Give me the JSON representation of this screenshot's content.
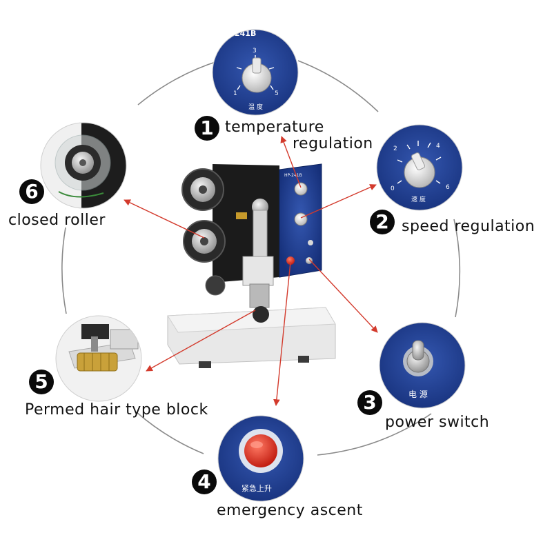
{
  "diagram": {
    "callouts": [
      {
        "number": "1",
        "label_lines": [
          "temperature",
          "regulation"
        ]
      },
      {
        "number": "2",
        "label_lines": [
          "speed regulation"
        ]
      },
      {
        "number": "3",
        "label_lines": [
          "power switch"
        ]
      },
      {
        "number": "4",
        "label_lines": [
          "emergency ascent"
        ]
      },
      {
        "number": "5",
        "label_lines": [
          "Permed hair type block"
        ]
      },
      {
        "number": "6",
        "label_lines": [
          "closed roller"
        ]
      }
    ],
    "panel_text": {
      "model": "HP-241B",
      "temperature_dial": "温 度",
      "temperature_scale": [
        "1",
        "3",
        "5"
      ],
      "speed_dial": "速 度",
      "speed_scale": [
        "0",
        "2",
        "4",
        "6"
      ],
      "power_switch": "电 源",
      "emergency_button": "紧急上升"
    },
    "colors": {
      "panel_blue": "#1f3f8f",
      "arrow_red": "#d33a2c",
      "ring_gray": "#8a8a8a",
      "badge_black": "#0a0a0a",
      "emergency_red": "#e23a2a"
    }
  }
}
